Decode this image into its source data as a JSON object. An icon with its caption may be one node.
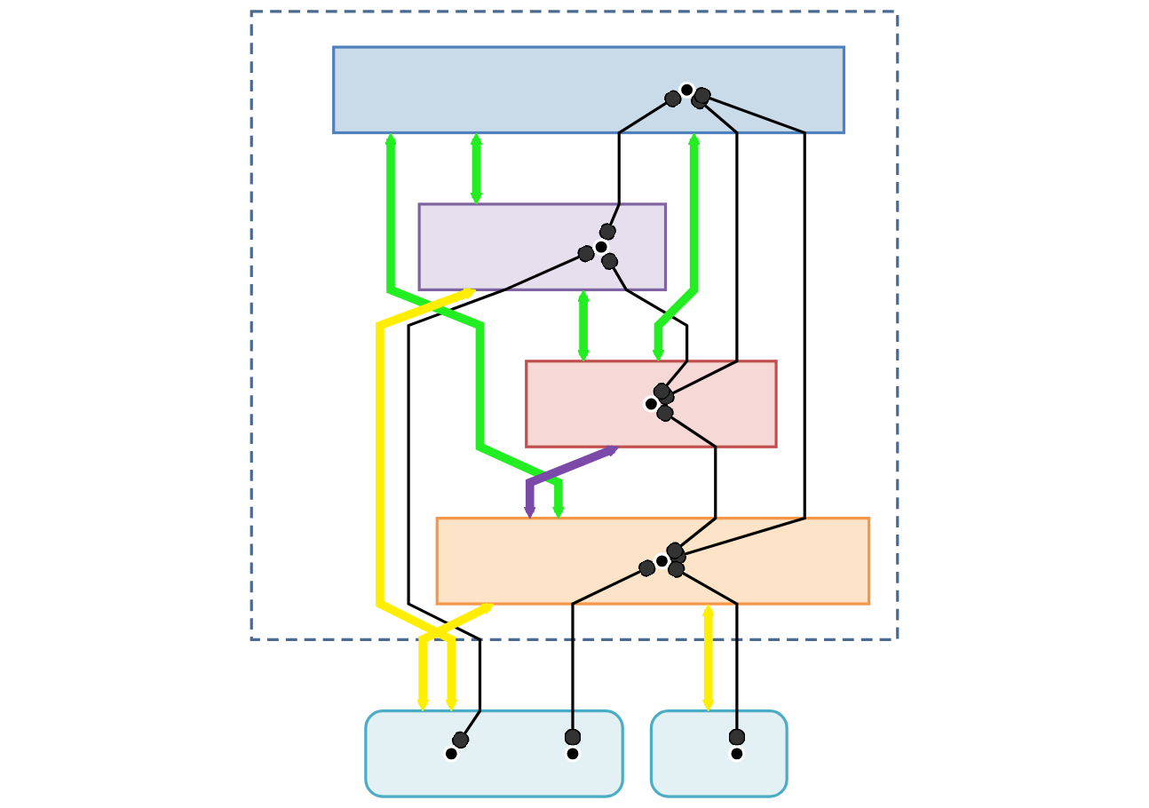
{
  "diagram": {
    "nodes": [
      {
        "text": [],
        "shape": "box"
      },
      {
        "text": [],
        "shape": "bar",
        "in": 0
      },
      {
        "text": [],
        "shape": "box",
        "in": 0
      },
      {
        "text": [],
        "shape": "box",
        "in": 0
      },
      {
        "text": [],
        "shape": "box",
        "in": 0
      },
      {
        "text": [],
        "shape": "box"
      },
      {
        "text": [],
        "shape": "box"
      },
      {
        "text": [],
        "shape": "circle",
        "in": 1
      },
      {
        "text": [],
        "shape": "circle",
        "in": 2
      },
      {
        "text": [],
        "shape": "circle",
        "in": 3
      },
      {
        "text": [],
        "shape": "circle",
        "in": 4
      },
      {
        "text": [],
        "shape": "circle",
        "in": 5
      },
      {
        "text": [],
        "shape": "circle",
        "in": 5
      },
      {
        "text": [],
        "shape": "circle",
        "in": 6
      }
    ],
    "edges": [
      {
        "from": 1,
        "to": 2,
        "arrow": "both",
        "style": "thick",
        "color": "#22ee22"
      },
      {
        "from": 1,
        "to": 3,
        "arrow": "both",
        "style": "thick",
        "color": "#22ee22"
      },
      {
        "from": 1,
        "to": 4,
        "arrow": "both",
        "style": "thick",
        "color": "#22ee22"
      },
      {
        "from": 2,
        "to": 3,
        "arrow": "both",
        "style": "thick",
        "color": "#22ee22"
      },
      {
        "from": 3,
        "to": 4,
        "arrow": "both",
        "style": "thick",
        "color": "#7b4aa8"
      },
      {
        "from": 2,
        "to": 5,
        "arrow": "both",
        "style": "thick",
        "color": "#ffee00"
      },
      {
        "from": 4,
        "to": 5,
        "arrow": "both",
        "style": "thick",
        "color": "#ffee00"
      },
      {
        "from": 4,
        "to": 6,
        "arrow": "both",
        "style": "thick",
        "color": "#ffee00"
      },
      {
        "from": 7,
        "to": 8,
        "arrow": "other"
      },
      {
        "from": 7,
        "to": 9,
        "arrow": "other"
      },
      {
        "from": 7,
        "to": 10,
        "arrow": "other"
      },
      {
        "from": 8,
        "to": 9,
        "arrow": "other"
      },
      {
        "from": 9,
        "to": 10,
        "arrow": "other"
      },
      {
        "from": 8,
        "to": 11,
        "arrow": "other"
      },
      {
        "from": 10,
        "to": 12,
        "arrow": "other"
      },
      {
        "from": 10,
        "to": 13,
        "arrow": "other"
      }
    ]
  }
}
